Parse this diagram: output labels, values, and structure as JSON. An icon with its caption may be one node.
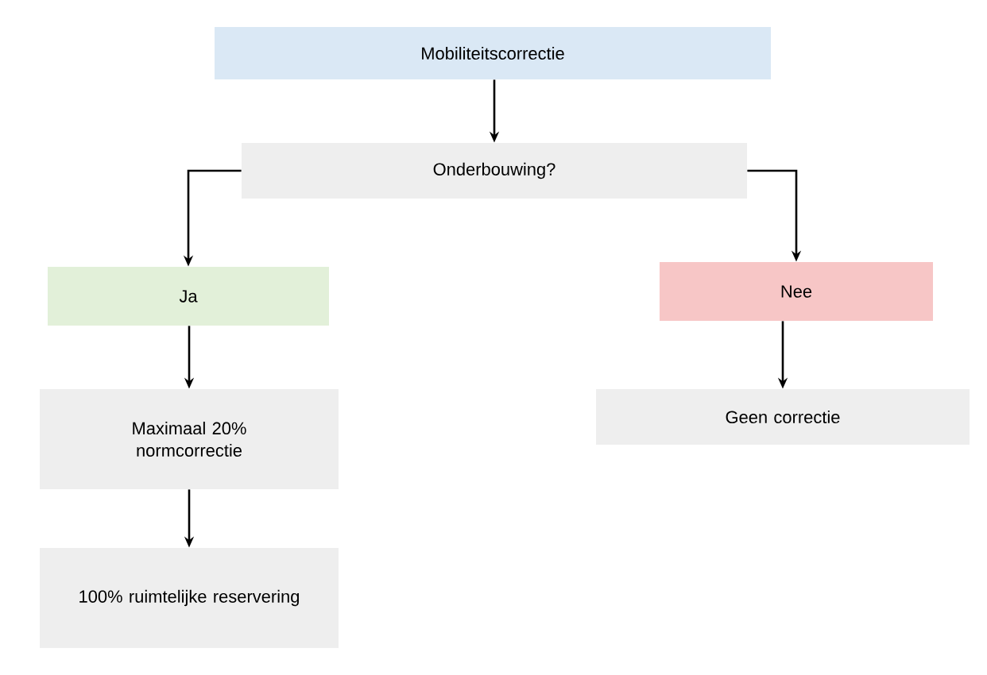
{
  "diagram": {
    "nodes": [
      {
        "text": [
          "Mobiliteitscorrectie"
        ]
      },
      {
        "text": [
          "Onderbouwing?"
        ]
      },
      {
        "text": [
          "Ja"
        ]
      },
      {
        "text": [
          "Nee"
        ]
      },
      {
        "text": [
          "Maximaal 20% normcorrectie"
        ]
      },
      {
        "text": [
          "Geen correctie"
        ]
      },
      {
        "text": [
          "100% ruimtelijke reservering"
        ]
      }
    ],
    "edges": [
      {
        "from": 0,
        "to": 1,
        "arrow": "to"
      },
      {
        "from": 1,
        "to": 2,
        "arrow": "to"
      },
      {
        "from": 1,
        "to": 3,
        "arrow": "to"
      },
      {
        "from": 2,
        "to": 4,
        "arrow": "to"
      },
      {
        "from": 4,
        "to": 6,
        "arrow": "to"
      },
      {
        "from": 3,
        "to": 5,
        "arrow": "to"
      }
    ]
  }
}
